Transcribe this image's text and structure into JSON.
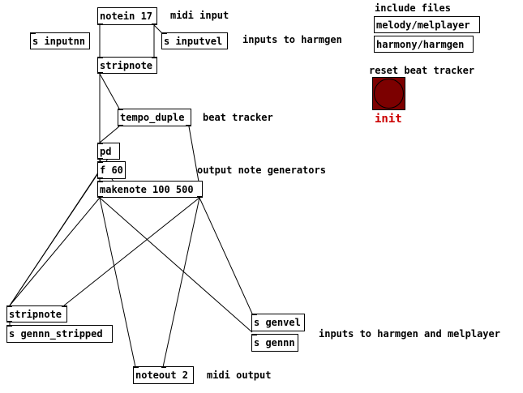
{
  "objects": {
    "notein": "notein 17",
    "s_inputnn": "s inputnn",
    "s_inputvel": "s inputvel",
    "stripnote_top": "stripnote",
    "tempo_duple": "tempo_duple",
    "pd": "pd",
    "f60": "f 60",
    "makenote": "makenote 100 500",
    "stripnote_bottom": "stripnote",
    "s_gennn_stripped": "s gennn_stripped",
    "s_genvel": "s genvel",
    "s_gennn": "s gennn",
    "noteout": "noteout 2",
    "melody_melplayer": "melody/melplayer",
    "harmony_harmgen": "harmony/harmgen"
  },
  "comments": {
    "midi_input": "midi input",
    "inputs_to_harmgen": "inputs to harmgen",
    "include_files": "include files",
    "reset_beat_tracker": "reset beat tracker",
    "beat_tracker": "beat tracker",
    "output_note_generators": "output note generators",
    "inputs_to_harmgen_and_melplayer": "inputs to harmgen and melplayer",
    "midi_output": "midi output"
  },
  "bang": {
    "label": "init",
    "fill_color": "#7c0000",
    "label_color": "#cc0000"
  }
}
